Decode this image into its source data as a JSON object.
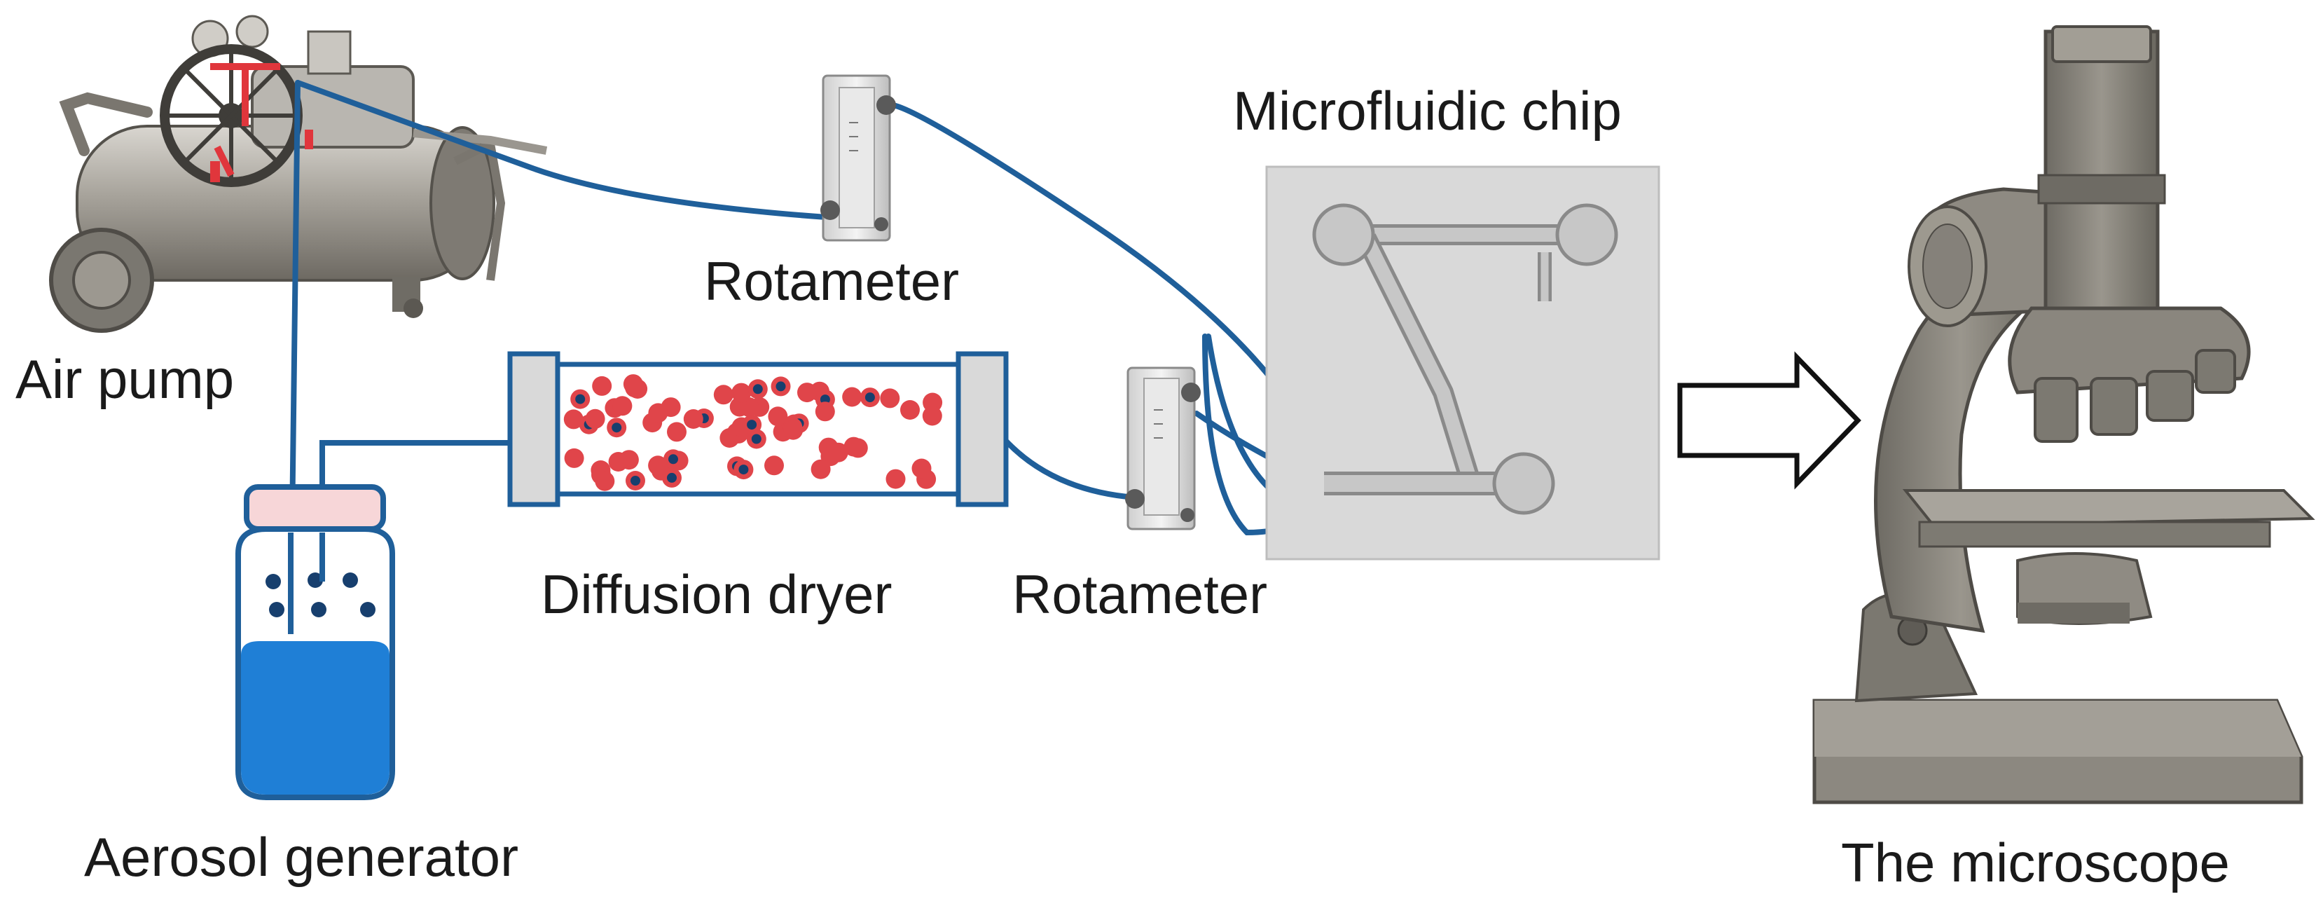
{
  "labels": {
    "air_pump": "Air pump",
    "aerosol_generator": "Aerosol generator",
    "diffusion_dryer": "Diffusion dryer",
    "rotameter_top": "Rotameter",
    "rotameter_bottom": "Rotameter",
    "microfluidic_chip": "Microfluidic chip",
    "microscope": "The microscope"
  },
  "colors": {
    "tube": "#1f5f9a",
    "particle_red": "#e0454a",
    "particle_dark": "#173f6e",
    "liquid": "#1f7fd6",
    "cap": "#f7d6d8",
    "chip_bg": "#d9d9d9",
    "metal": "#8a8680"
  },
  "icons": [
    "air-pump-icon",
    "aerosol-bottle-icon",
    "diffusion-dryer-icon",
    "rotameter-icon",
    "microfluidic-chip-icon",
    "arrow-right-icon",
    "microscope-icon"
  ]
}
